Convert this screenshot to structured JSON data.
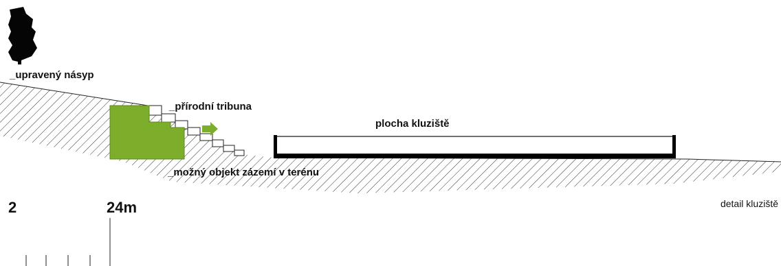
{
  "labels": {
    "embankment": "_upravený násyp",
    "tribune": "_přírodní tribuna",
    "rink": "plocha kluziště",
    "facility": "_možný objekt zázemí v terénu",
    "detail": "detail kluziště"
  },
  "scale": {
    "left_number": "2",
    "right_number": "24m"
  },
  "colors": {
    "facility_fill": "#7cad2b",
    "arrow": "#7cad2b",
    "ink": "#111111"
  },
  "icons": {
    "tree": "tree-silhouette-icon",
    "arrow": "arrow-right-icon"
  }
}
